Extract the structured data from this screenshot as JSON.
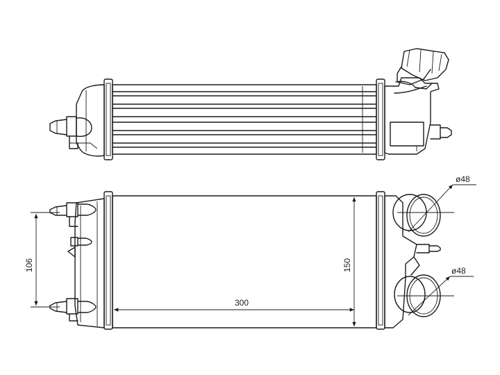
{
  "colors": {
    "line": "#1a1a1a",
    "background": "#ffffff"
  },
  "dimensions": {
    "width": "300",
    "height": "150",
    "mount_spacing": "106",
    "inlet_diameter": "ø48",
    "outlet_diameter": "ø48"
  }
}
